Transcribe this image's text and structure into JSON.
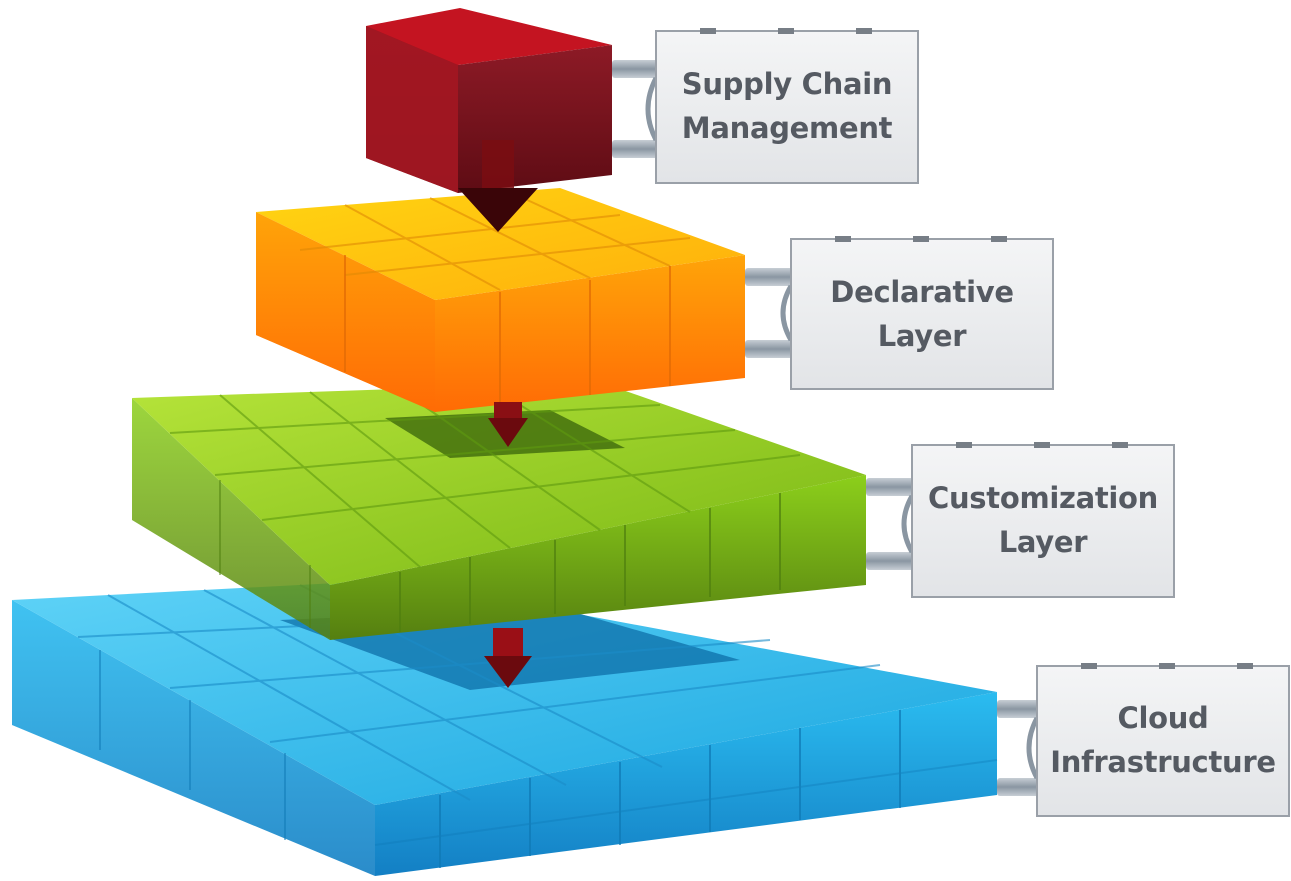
{
  "diagram": {
    "layers": [
      {
        "id": "supply-chain",
        "line1": "Supply Chain",
        "line2": "Management",
        "color": "#9e1b24"
      },
      {
        "id": "declarative",
        "line1": "Declarative",
        "line2": "Layer",
        "color": "#ff9a0a"
      },
      {
        "id": "customization",
        "line1": "Customization",
        "line2": "Layer",
        "color": "#7fbf12"
      },
      {
        "id": "cloud",
        "line1": "Cloud",
        "line2": "Infrastructure",
        "color": "#1ea2df"
      }
    ],
    "arrow_color": "#7a0d12",
    "panel_border": "#9aa0a8"
  }
}
